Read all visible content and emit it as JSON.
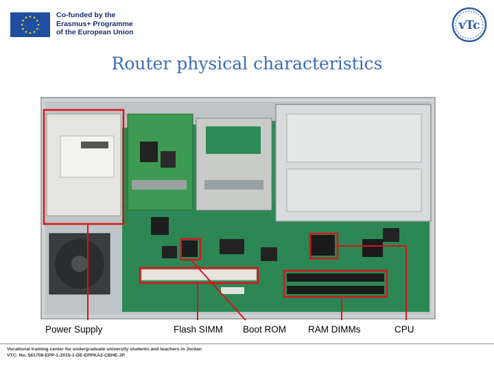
{
  "header": {
    "funding_lines": [
      "Co-funded by the",
      "Erasmus+ Programme",
      "of the European Union"
    ],
    "logo_text": "vTc",
    "colors": {
      "eu_blue": "#1f4fa0",
      "eu_star": "#f6d329",
      "logo_blue": "#2a5aa8"
    }
  },
  "slide": {
    "title": "Router physical characteristics",
    "title_color": "#3b6cb3",
    "photo": {
      "description_icon": "router-board-photo",
      "highlight_color": "#d8141a"
    },
    "labels": [
      "Power Supply",
      "Flash SIMM",
      "Boot ROM",
      "RAM DIMMs",
      "CPU"
    ]
  },
  "footer": {
    "lines": [
      "Vocational training center for undergraduate university students and teachers in Jordan",
      "VTC: No. 561708-EPP-1-2015-1-DE-EPPKA2-CBHE-JP"
    ]
  }
}
